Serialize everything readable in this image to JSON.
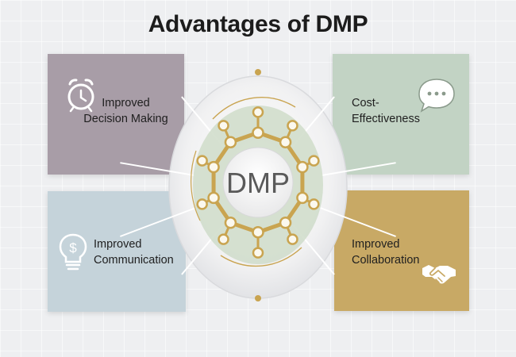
{
  "title": "Advantages of DMP",
  "center_label": "DMP",
  "advantages": [
    {
      "lines": [
        "Improved",
        "Decision Making"
      ],
      "icon": "alarm-clock-icon",
      "color": "#a89da7"
    },
    {
      "lines": [
        "Cost-",
        "Effectiveness"
      ],
      "icon": "chat-bubble-icon",
      "color": "#c2d3c4"
    },
    {
      "lines": [
        "Improved",
        "Communication"
      ],
      "icon": "lightbulb-dollar-icon",
      "color": "#c5d3da"
    },
    {
      "lines": [
        "Improved",
        "Collaboration"
      ],
      "icon": "handshake-icon",
      "color": "#c8a965"
    }
  ],
  "colors": {
    "gold": "#c9a450",
    "node_fill": "#fbf8ee",
    "inner_green": "#cfdcc9"
  }
}
